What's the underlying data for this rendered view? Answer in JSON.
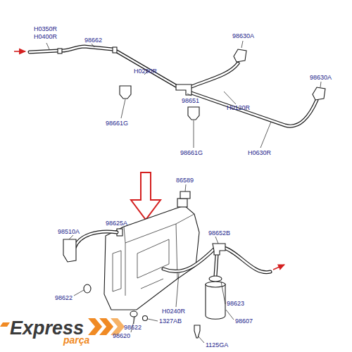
{
  "diagram": {
    "labels": [
      "H0350R",
      "H0400R",
      "98662",
      "H0290R",
      "98651",
      "98630A",
      "H0120R",
      "98630A",
      "98661G",
      "98661G",
      "H0630R",
      "86589",
      "98625A",
      "98510A",
      "98652B",
      "98622",
      "98623",
      "H0240R",
      "98607",
      "1327AB",
      "98622",
      "98620",
      "1125GA",
      "Express",
      "parça"
    ]
  }
}
